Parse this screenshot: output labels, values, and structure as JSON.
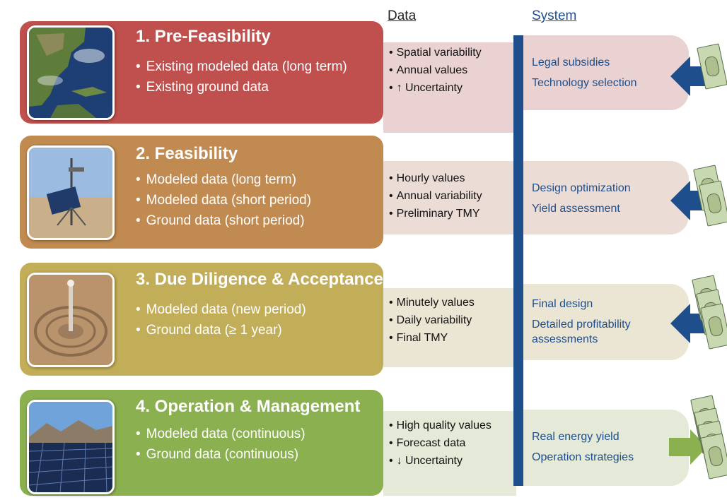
{
  "headers": {
    "data": "Data",
    "system": "System"
  },
  "stages": [
    {
      "title": "1. Pre-Feasibility",
      "bullets": [
        "Existing  modeled data (long term)",
        "Existing  ground data"
      ],
      "data_items": [
        "Spatial variability",
        "Annual values",
        "↑ Uncertainty"
      ],
      "system_items": [
        "Legal subsidies",
        "Technology selection"
      ],
      "colors": {
        "box": "#c0504d",
        "panel": "#e9d2d1"
      },
      "photo": "satellite-map-photo",
      "arrow": "left-arrow-icon"
    },
    {
      "title": "2. Feasibility",
      "bullets": [
        "Modeled data (long term)",
        "Modeled data (short period)",
        "Ground data (short period)"
      ],
      "data_items": [
        "Hourly values",
        "Annual variability",
        "Preliminary TMY"
      ],
      "system_items": [
        "Design optimization",
        "Yield assessment"
      ],
      "colors": {
        "box": "#c08a50",
        "panel": "#ecdcd6"
      },
      "photo": "weather-station-photo",
      "arrow": "left-arrow-icon"
    },
    {
      "title": "3. Due Diligence & Acceptance",
      "bullets": [
        "Modeled data (new period)",
        "Ground data (≥ 1 year)"
      ],
      "data_items": [
        "Minutely values",
        "Daily variability",
        "Final TMY"
      ],
      "system_items": [
        "Final design",
        "Detailed profitability assessments"
      ],
      "colors": {
        "box": "#c2ad58",
        "panel": "#ebe5d3"
      },
      "photo": "solar-tower-photo",
      "arrow": "left-arrow-icon"
    },
    {
      "title": "4. Operation & Management",
      "bullets": [
        "Modeled data (continuous)",
        "Ground data (continuous)"
      ],
      "data_items": [
        "High quality values",
        "Forecast data",
        "↓ Uncertainty"
      ],
      "system_items": [
        "Real energy yield",
        "Operation strategies"
      ],
      "colors": {
        "box": "#8bb04f",
        "panel": "#e4ead7"
      },
      "photo": "solar-panels-photo",
      "arrow": "right-arrow-icon"
    }
  ]
}
